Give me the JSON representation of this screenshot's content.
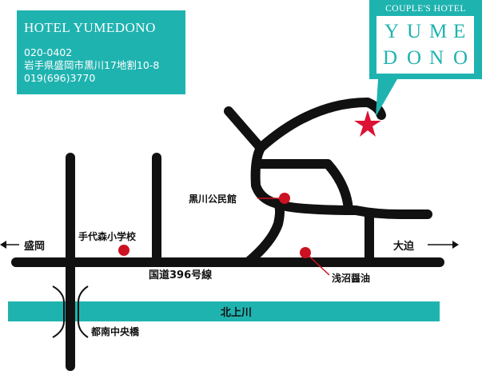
{
  "hotel_info": {
    "name": "HOTEL YUMEDONO",
    "postal_code": "020-0402",
    "address": "岩手県盛岡市黒川17地割10-8",
    "phone": "019(696)3770"
  },
  "logo": {
    "subtitle": "COUPLE'S HOTEL",
    "letters": [
      "Y",
      "U",
      "M",
      "E",
      "D",
      "O",
      "N",
      "O"
    ]
  },
  "labels": {
    "kurokawa_hall": "黒川公民館",
    "morioka": "盛岡",
    "tesirogamori_school": "手代森小学校",
    "odako": "大迫",
    "route396": "国道396号線",
    "asanuma_soy": "浅沼醤油",
    "kitakami_river": "北上川",
    "tonan_bridge": "都南中央橋"
  },
  "colors": {
    "accent": "#1fb3b0",
    "road": "#111111",
    "marker": "#cc1122",
    "star": "#dd1133"
  },
  "icons": [
    "hotel-star-icon",
    "arrow-left-icon",
    "arrow-right-icon",
    "landmark-dot-icon"
  ]
}
